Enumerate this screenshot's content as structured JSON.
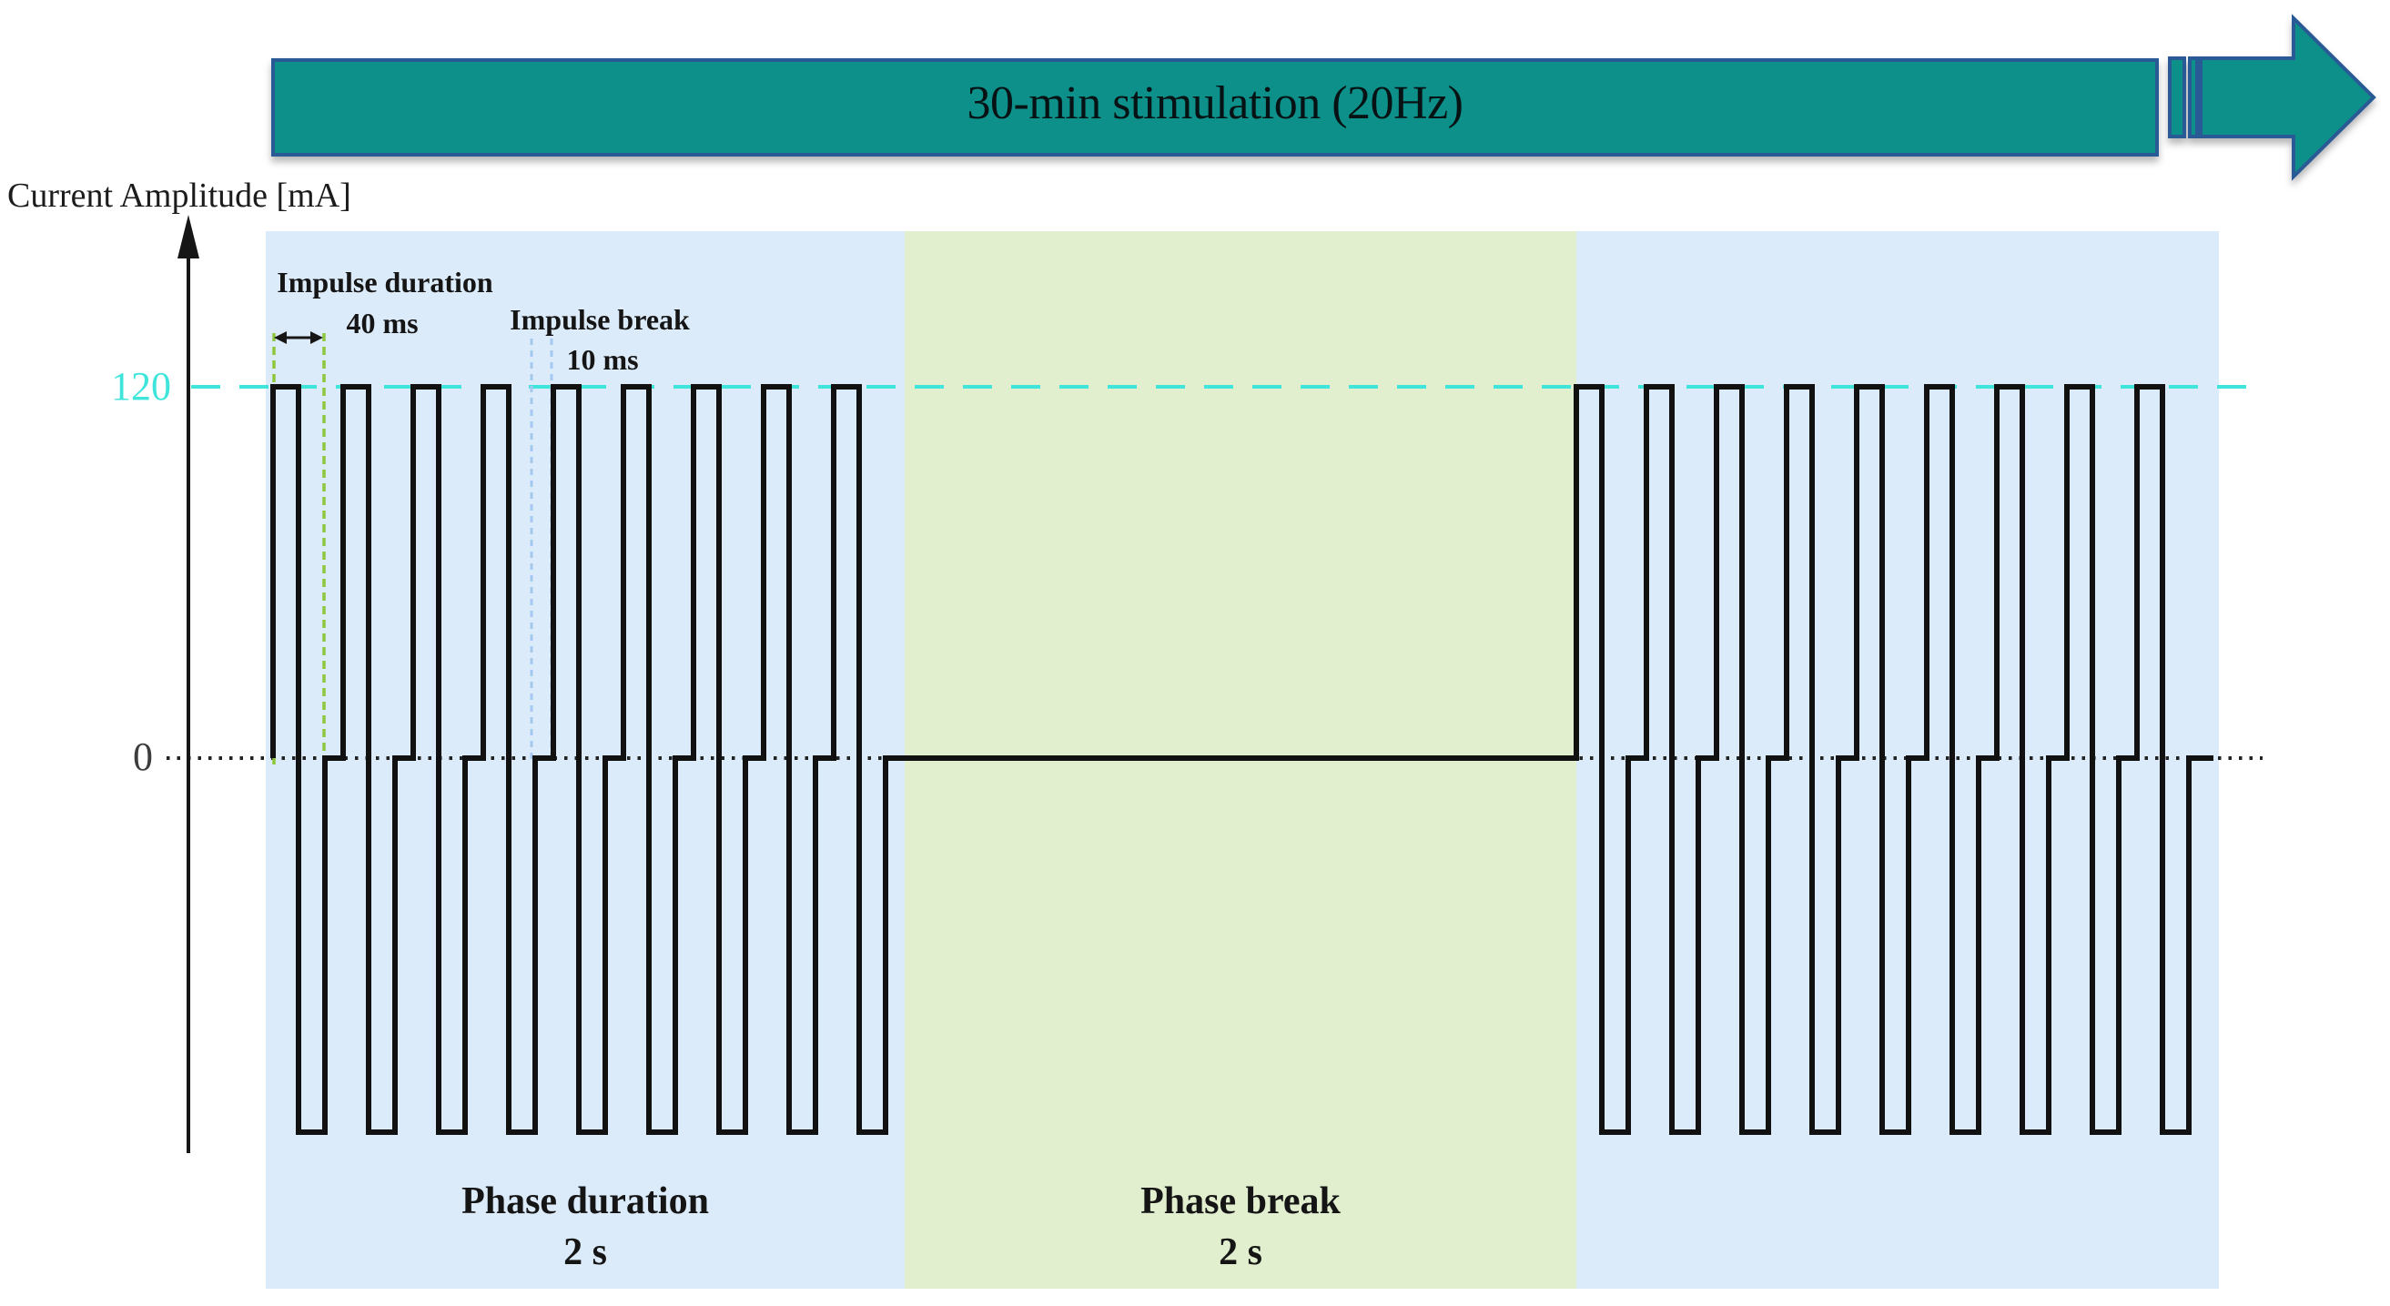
{
  "banner": {
    "title": "30-min stimulation (20Hz)"
  },
  "axis": {
    "title": "Current Amplitude [mA]",
    "tick_high": "120",
    "tick_zero": "0"
  },
  "annotations": {
    "impulse_duration_label": "Impulse duration",
    "impulse_duration_value": "40 ms",
    "impulse_break_label": "Impulse break",
    "impulse_break_value": "10 ms",
    "phase_duration_label": "Phase duration",
    "phase_duration_value": "2 s",
    "phase_break_label": "Phase break",
    "phase_break_value": "2 s"
  },
  "waveform": {
    "type": "biphasic-square-pulse-train",
    "amplitude_mA": 120,
    "baseline_mA": 0,
    "impulses_per_phase": 9,
    "impulse_duration_ms": 40,
    "impulse_break_ms": 10,
    "phase_duration_s": 2,
    "phase_break_s": 2,
    "stimulation_frequency_hz": 20,
    "stimulation_duration_min": 30
  },
  "colors": {
    "banner_fill": "#0d9089",
    "banner_border": "#2a5a96",
    "region_blue": "#dcebfa",
    "region_green": "#e2efce",
    "cyan_line": "#3fe5db",
    "marker_green": "#8ec73d",
    "marker_blue": "#a3c9f0",
    "waveform": "#111111",
    "zero_label": "#3d3d3d"
  }
}
